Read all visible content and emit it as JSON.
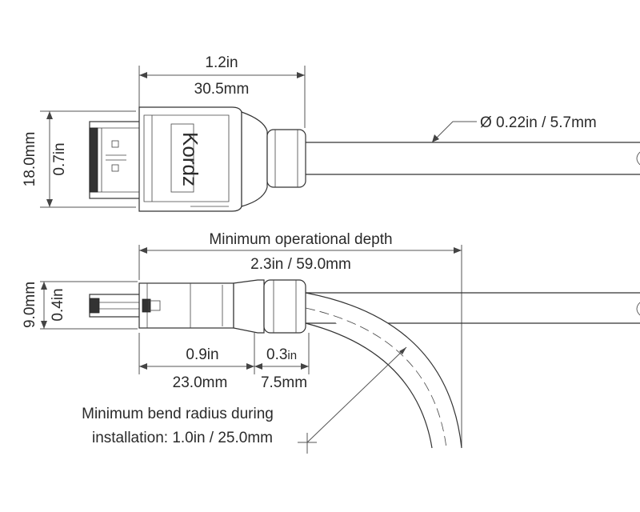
{
  "top_view": {
    "length_in": "1.2in",
    "length_mm": "30.5mm",
    "height_mm": "18.0mm",
    "height_in": "0.7in",
    "cable_diameter": "Ø 0.22in / 5.7mm",
    "brand": "Kordz"
  },
  "side_view": {
    "depth_title": "Minimum operational depth",
    "depth_value": "2.3in / 59.0mm",
    "height_mm": "9.0mm",
    "height_in": "0.4in",
    "connector_in": "0.9in",
    "connector_mm": "23.0mm",
    "strain_in": "0.3",
    "strain_in_unit": "in",
    "strain_mm": "7.5mm",
    "bend_radius_line1": "Minimum bend radius during",
    "bend_radius_line2": "installation: 1.0in / 25.0mm"
  }
}
